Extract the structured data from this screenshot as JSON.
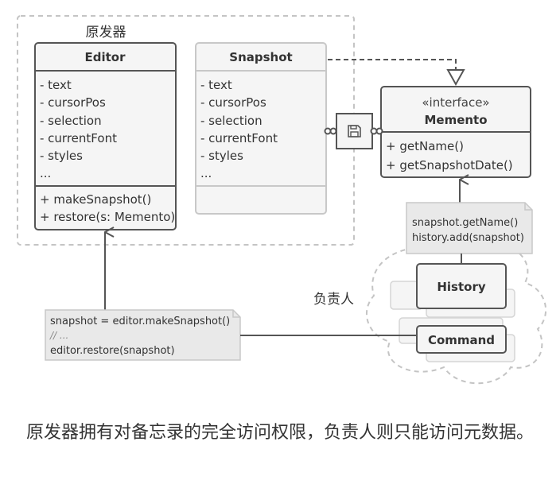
{
  "diagram": {
    "originator_group_label": "原发器",
    "caretaker_group_label": "负责人",
    "editor": {
      "name": "Editor",
      "fields": [
        "- text",
        "- cursorPos",
        "- selection",
        "- currentFont",
        "- styles",
        "..."
      ],
      "methods": [
        "+ makeSnapshot()",
        "+ restore(s: Memento)"
      ]
    },
    "snapshot": {
      "name": "Snapshot",
      "fields": [
        "- text",
        "- cursorPos",
        "- selection",
        "- currentFont",
        "- styles",
        "..."
      ],
      "methods": []
    },
    "memento": {
      "stereotype": "«interface»",
      "name": "Memento",
      "methods": [
        "+ getName()",
        "+ getSnapshotDate()"
      ]
    },
    "history": {
      "name": "History"
    },
    "command": {
      "name": "Command"
    },
    "history_note": [
      "snapshot.getName()",
      "history.add(snapshot)"
    ],
    "command_note": [
      "snapshot = editor.makeSnapshot()",
      "// ...",
      "editor.restore(snapshot)"
    ],
    "icons": {
      "memento_port": "floppy-disk-icon"
    },
    "colors": {
      "stroke_dark": "#555555",
      "stroke_light": "#c8c8c8",
      "box_fill": "#f5f5f5",
      "note_fill": "#e9e9e9",
      "dashed": "#bbbbbb"
    }
  },
  "caption": {
    "text": "原发器拥有对备忘录的完全访问权限，负责人则只能访问元数据。"
  }
}
